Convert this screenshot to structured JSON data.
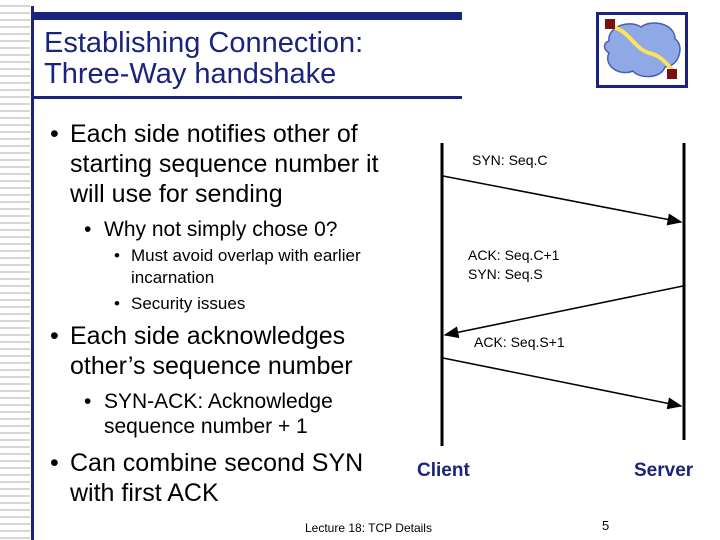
{
  "title": {
    "line1": "Establishing Connection:",
    "line2": "Three-Way handshake"
  },
  "bullets": [
    {
      "level": 1,
      "lines": [
        "Each side notifies other of",
        "starting sequence number it",
        "will use for sending"
      ]
    },
    {
      "level": 2,
      "lines": [
        "Why not simply chose 0?"
      ]
    },
    {
      "level": 3,
      "lines": [
        "Must avoid overlap with earlier",
        "incarnation"
      ]
    },
    {
      "level": 3,
      "lines": [
        "Security issues"
      ]
    },
    {
      "level": 1,
      "lines": [
        "Each side acknowledges",
        "other’s sequence number"
      ]
    },
    {
      "level": 2,
      "lines": [
        "SYN-ACK: Acknowledge",
        "sequence number + 1"
      ]
    },
    {
      "level": 1,
      "lines": [
        "Can combine second SYN",
        "with first ACK"
      ]
    }
  ],
  "diagram": {
    "client_label": "Client",
    "server_label": "Server",
    "messages": [
      {
        "lines": [
          "SYN: Seq.C"
        ],
        "direction": "client-to-server"
      },
      {
        "lines": [
          "ACK: Seq.C+1",
          "SYN: Seq.S"
        ],
        "direction": "server-to-client"
      },
      {
        "lines": [
          "ACK: Seq.S+1"
        ],
        "direction": "client-to-server"
      }
    ],
    "colors": {
      "line": "#000000",
      "label_color": "#1a237e"
    }
  },
  "footer": {
    "text": "Lecture 18: TCP Details",
    "page_number": "5"
  },
  "logo": {
    "icon": "network-cloud-icon"
  }
}
